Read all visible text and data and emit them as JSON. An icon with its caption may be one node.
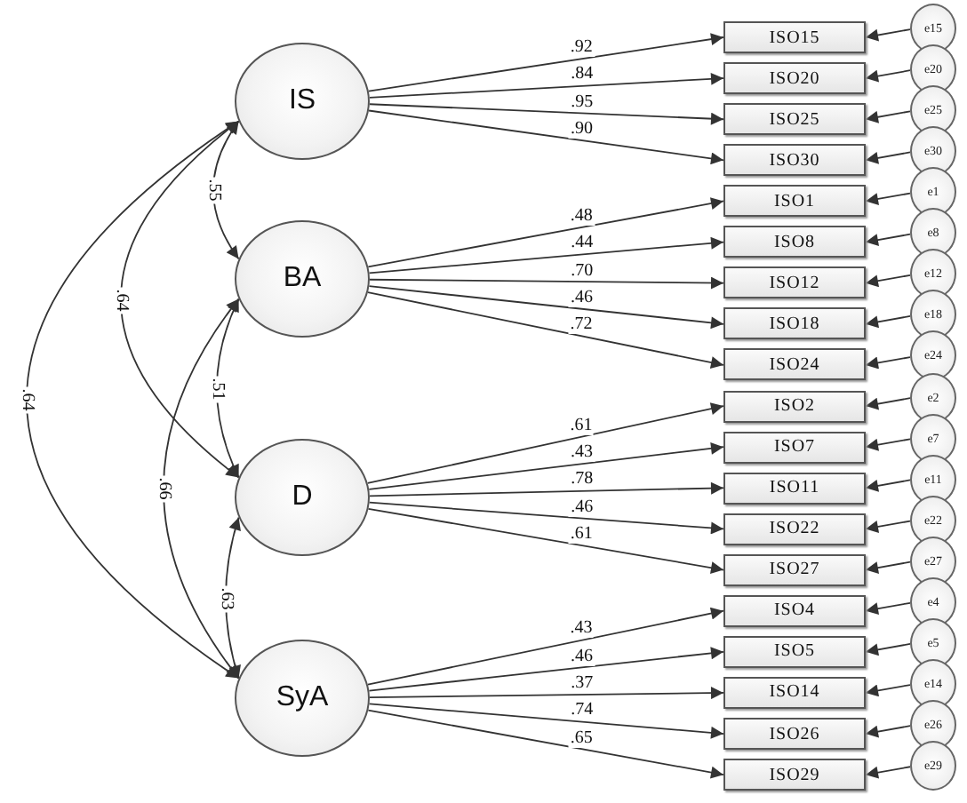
{
  "diagram": {
    "nodes": [
      {
        "text": [
          "IS"
        ]
      },
      {
        "text": [
          "BA"
        ]
      },
      {
        "text": [
          "D"
        ]
      },
      {
        "text": [
          "SyA"
        ]
      },
      {
        "text": [
          "ISO15"
        ]
      },
      {
        "text": [
          "ISO20"
        ]
      },
      {
        "text": [
          "ISO25"
        ]
      },
      {
        "text": [
          "ISO30"
        ]
      },
      {
        "text": [
          "ISO1"
        ]
      },
      {
        "text": [
          "ISO8"
        ]
      },
      {
        "text": [
          "ISO12"
        ]
      },
      {
        "text": [
          "ISO18"
        ]
      },
      {
        "text": [
          "ISO24"
        ]
      },
      {
        "text": [
          "ISO2"
        ]
      },
      {
        "text": [
          "ISO7"
        ]
      },
      {
        "text": [
          "ISO11"
        ]
      },
      {
        "text": [
          "ISO22"
        ]
      },
      {
        "text": [
          "ISO27"
        ]
      },
      {
        "text": [
          "ISO4"
        ]
      },
      {
        "text": [
          "ISO5"
        ]
      },
      {
        "text": [
          "ISO14"
        ]
      },
      {
        "text": [
          "ISO26"
        ]
      },
      {
        "text": [
          "ISO29"
        ]
      },
      {
        "text": [
          "e15"
        ]
      },
      {
        "text": [
          "e20"
        ]
      },
      {
        "text": [
          "e25"
        ]
      },
      {
        "text": [
          "e30"
        ]
      },
      {
        "text": [
          "e1"
        ]
      },
      {
        "text": [
          "e8"
        ]
      },
      {
        "text": [
          "e12"
        ]
      },
      {
        "text": [
          "e18"
        ]
      },
      {
        "text": [
          "e24"
        ]
      },
      {
        "text": [
          "e2"
        ]
      },
      {
        "text": [
          "e7"
        ]
      },
      {
        "text": [
          "e11"
        ]
      },
      {
        "text": [
          "e22"
        ]
      },
      {
        "text": [
          "e27"
        ]
      },
      {
        "text": [
          "e4"
        ]
      },
      {
        "text": [
          "e5"
        ]
      },
      {
        "text": [
          "e14"
        ]
      },
      {
        "text": [
          "e26"
        ]
      },
      {
        "text": [
          "e29"
        ]
      }
    ],
    "edges": [
      {
        "from": 0,
        "to": 4,
        "arrow": "to",
        "label": ".92"
      },
      {
        "from": 0,
        "to": 5,
        "arrow": "to",
        "label": ".84"
      },
      {
        "from": 0,
        "to": 6,
        "arrow": "to",
        "label": ".95"
      },
      {
        "from": 0,
        "to": 7,
        "arrow": "to",
        "label": ".90"
      },
      {
        "from": 1,
        "to": 8,
        "arrow": "to",
        "label": ".48"
      },
      {
        "from": 1,
        "to": 9,
        "arrow": "to",
        "label": ".44"
      },
      {
        "from": 1,
        "to": 10,
        "arrow": "to",
        "label": ".70"
      },
      {
        "from": 1,
        "to": 11,
        "arrow": "to",
        "label": ".46"
      },
      {
        "from": 1,
        "to": 12,
        "arrow": "to",
        "label": ".72"
      },
      {
        "from": 2,
        "to": 13,
        "arrow": "to",
        "label": ".61"
      },
      {
        "from": 2,
        "to": 14,
        "arrow": "to",
        "label": ".43"
      },
      {
        "from": 2,
        "to": 15,
        "arrow": "to",
        "label": ".78"
      },
      {
        "from": 2,
        "to": 16,
        "arrow": "to",
        "label": ".46"
      },
      {
        "from": 2,
        "to": 17,
        "arrow": "to",
        "label": ".61"
      },
      {
        "from": 3,
        "to": 18,
        "arrow": "to",
        "label": ".43"
      },
      {
        "from": 3,
        "to": 19,
        "arrow": "to",
        "label": ".46"
      },
      {
        "from": 3,
        "to": 20,
        "arrow": "to",
        "label": ".37"
      },
      {
        "from": 3,
        "to": 21,
        "arrow": "to",
        "label": ".74"
      },
      {
        "from": 3,
        "to": 22,
        "arrow": "to",
        "label": ".65"
      },
      {
        "from": 23,
        "to": 4,
        "arrow": "to"
      },
      {
        "from": 24,
        "to": 5,
        "arrow": "to"
      },
      {
        "from": 25,
        "to": 6,
        "arrow": "to"
      },
      {
        "from": 26,
        "to": 7,
        "arrow": "to"
      },
      {
        "from": 27,
        "to": 8,
        "arrow": "to"
      },
      {
        "from": 28,
        "to": 9,
        "arrow": "to"
      },
      {
        "from": 29,
        "to": 10,
        "arrow": "to"
      },
      {
        "from": 30,
        "to": 11,
        "arrow": "to"
      },
      {
        "from": 31,
        "to": 12,
        "arrow": "to"
      },
      {
        "from": 32,
        "to": 13,
        "arrow": "to"
      },
      {
        "from": 33,
        "to": 14,
        "arrow": "to"
      },
      {
        "from": 34,
        "to": 15,
        "arrow": "to"
      },
      {
        "from": 35,
        "to": 16,
        "arrow": "to"
      },
      {
        "from": 36,
        "to": 17,
        "arrow": "to"
      },
      {
        "from": 37,
        "to": 18,
        "arrow": "to"
      },
      {
        "from": 38,
        "to": 19,
        "arrow": "to"
      },
      {
        "from": 39,
        "to": 20,
        "arrow": "to"
      },
      {
        "from": 40,
        "to": 21,
        "arrow": "to"
      },
      {
        "from": 41,
        "to": 22,
        "arrow": "to"
      },
      {
        "from": 0,
        "to": 1,
        "arrow": "both",
        "label": ".55"
      },
      {
        "from": 0,
        "to": 2,
        "arrow": "both",
        "label": ".64"
      },
      {
        "from": 0,
        "to": 3,
        "arrow": "both",
        "label": ".64"
      },
      {
        "from": 1,
        "to": 2,
        "arrow": "both",
        "label": ".51"
      },
      {
        "from": 1,
        "to": 3,
        "arrow": "both",
        "label": ".66"
      },
      {
        "from": 2,
        "to": 3,
        "arrow": "both",
        "label": ".63"
      }
    ]
  }
}
